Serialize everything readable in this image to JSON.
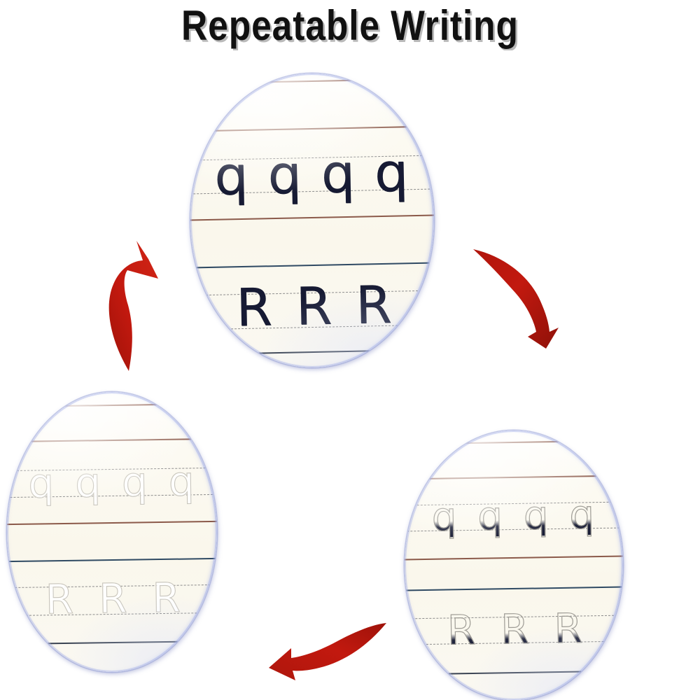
{
  "title": "Repeatable Writing",
  "colors": {
    "arrow_red": "#C2190F",
    "arrow_red_dark": "#8E1109",
    "ink": "#161A33",
    "paper": "#FBF9F1",
    "disc_rim": "#A8B4E8",
    "rule_brown": "#8B5A4A",
    "rule_blue": "#2F4A63",
    "rule_dashed": "#8C8C8C",
    "ghost_ink": "#C9C6BD",
    "background": "#FFFFFF"
  },
  "panels": [
    {
      "id": "top",
      "name": "written-board",
      "state": "written",
      "caption": "",
      "rows": [
        {
          "letter": "q",
          "count": 4,
          "case": "lowercase"
        },
        {
          "letter": "R",
          "count": 3,
          "case": "uppercase"
        }
      ]
    },
    {
      "id": "bottom-left",
      "name": "erased-board",
      "state": "erased",
      "caption": "",
      "rows": [
        {
          "letter": "q",
          "count": 4,
          "case": "lowercase"
        },
        {
          "letter": "R",
          "count": 3,
          "case": "uppercase"
        }
      ]
    },
    {
      "id": "bottom-right",
      "name": "erasing-board",
      "state": "partially-erased",
      "caption": "",
      "rows": [
        {
          "letter": "q",
          "count": 4,
          "case": "lowercase"
        },
        {
          "letter": "R",
          "count": 3,
          "case": "uppercase"
        }
      ]
    }
  ],
  "arrows": [
    {
      "id": "left",
      "name": "arrow-up-right",
      "from": "bottom-left",
      "to": "top"
    },
    {
      "id": "right",
      "name": "arrow-down-right",
      "from": "top",
      "to": "bottom-right"
    },
    {
      "id": "bottom",
      "name": "arrow-left",
      "from": "bottom-right",
      "to": "bottom-left"
    }
  ]
}
